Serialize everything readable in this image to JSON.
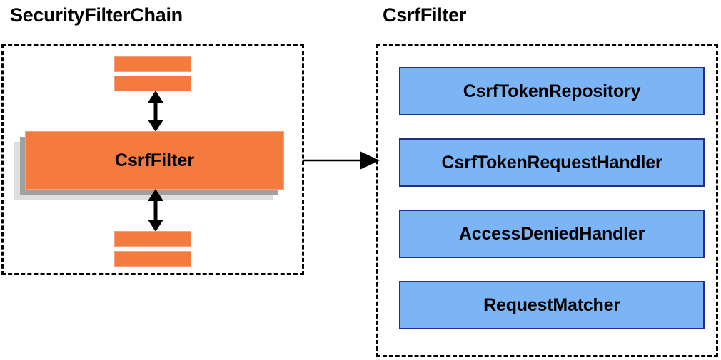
{
  "diagram": {
    "title_left": "SecurityFilterChain",
    "title_right": "CsrfFilter",
    "left_panel": {
      "main_box_label": "CsrfFilter",
      "mini_bars": [
        "",
        "",
        "",
        ""
      ],
      "arrows": {
        "top_arrow": "double-headed-vertical-arrow",
        "bottom_arrow": "double-headed-vertical-arrow"
      }
    },
    "connector": {
      "type": "arrow-right",
      "from": "SecurityFilterChain.CsrfFilter",
      "to": "CsrfFilter"
    },
    "right_panel": {
      "collaborators": [
        {
          "label": "CsrfTokenRepository"
        },
        {
          "label": "CsrfTokenRequestHandler"
        },
        {
          "label": "AccessDeniedHandler"
        },
        {
          "label": "RequestMatcher"
        }
      ]
    },
    "colors": {
      "orange_fill": "#f47b3d",
      "orange_border": "#f0a080",
      "blue_fill": "#7cb5f5",
      "blue_border": "#1f2f8f",
      "shadow_outer": "#dedede",
      "shadow_inner": "#a0a0a0",
      "panel_border": "#000000",
      "text": "#000000",
      "background": "#ffffff"
    }
  }
}
